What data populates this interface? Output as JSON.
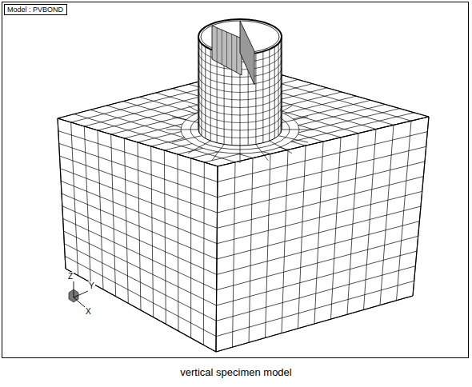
{
  "diagram": {
    "caption": "vertical specimen model",
    "nodes": [
      {
        "text": [
          "Model : PVBOND"
        ]
      }
    ],
    "labels": [
      "Z",
      "Y",
      "X"
    ]
  }
}
